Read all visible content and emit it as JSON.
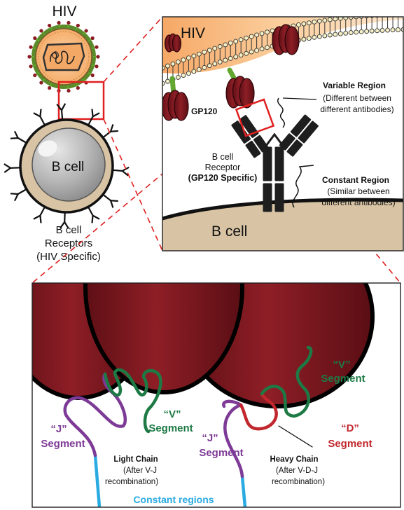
{
  "overview": {
    "virus_label": "HIV",
    "bcell_label": "B cell",
    "receptors_label": [
      "B cell",
      "Receptors",
      "(HIV Specific)"
    ]
  },
  "zoom_panel": {
    "virus_label": "HIV",
    "gp120_label": "GP120",
    "bcell_label": "B cell",
    "receptor_label": [
      "B cell",
      "Receptor",
      "(GP120 Specific)"
    ],
    "variable_region": {
      "title": "Variable Region",
      "desc": [
        "(Different between",
        "different antibodies)"
      ]
    },
    "constant_region": {
      "title": "Constant Region",
      "desc": [
        "(Similar between",
        "different antibodies)"
      ]
    }
  },
  "detail_panel": {
    "light_v_label": [
      "“V”",
      "Segment"
    ],
    "light_j_label": [
      "“J”",
      "Segment"
    ],
    "heavy_v_label": [
      "“V”",
      "Segment"
    ],
    "heavy_j_label": [
      "“J”",
      "Segment"
    ],
    "heavy_d_label": [
      "“D”",
      "Segment"
    ],
    "light_chain": [
      "Light Chain",
      "(After V-J",
      "recombination)"
    ],
    "heavy_chain": [
      "Heavy Chain",
      "(After V-D-J",
      "recombination)"
    ],
    "constant_regions": "Constant regions"
  },
  "colors": {
    "virus_orange": "#f8b878",
    "protein_maroon": "#8b1c24",
    "stalk_green": "#62a830",
    "cell_tan": "#d8c4a4",
    "nucleus_gray": "#b0b0b0",
    "highlight_red": "#e02020",
    "v_segment": "#1d7a45",
    "j_segment": "#7d3a96",
    "d_segment": "#c1272d",
    "constant": "#29abe2"
  }
}
